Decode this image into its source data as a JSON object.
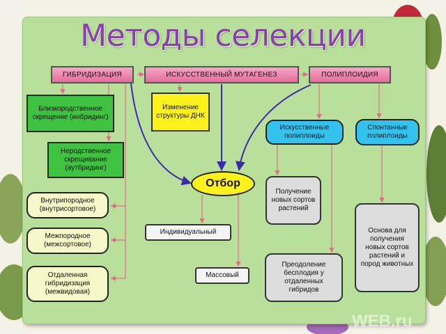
{
  "title": "Методы селекции",
  "headers": {
    "hybridization": "ГИБРИДИЗАЦИЯ",
    "mutagenesis": "ИСКУССТВЕННЫЙ МУТАГЕНЕЗ",
    "polyploidy": "ПОЛИПЛОИДИЯ"
  },
  "boxes": {
    "inbreeding": "Близкородственное скрещение (инбридинг)",
    "outbreeding": "Неродственное скрещивание (аутбридинг)",
    "intrabreed": "Внутрипородное (внутрисортовое)",
    "interbreed": "Межпородное (межсортовое)",
    "distant": "Отдаленная гибридизация (межвидовая)",
    "dna_change": "Изменение структуры ДНК",
    "artificial_polyploids": "Искусственные полиплоиды",
    "spontaneous_polyploids": "Спонтанные полиплоиды",
    "selection": "Отбор",
    "individual": "Индивидуальный",
    "mass": "Массовый",
    "new_varieties": "Получение новых сортов растений",
    "overcome_sterility": "Преодоление бесплодия у отдаленных гибридов",
    "basis": "Основа для получения новых сортов растений и пород животных"
  },
  "watermark": "WEB.ru",
  "colors": {
    "background": "#b9e09a",
    "title": "#8a3fb0",
    "header": "#e56b9c",
    "green_box": "#3fc23f",
    "yellow_box": "#fff21a",
    "cyan_box": "#33c2ee",
    "arrow_pink": "#e26a8c",
    "arrow_blue": "#3a2ab0"
  }
}
